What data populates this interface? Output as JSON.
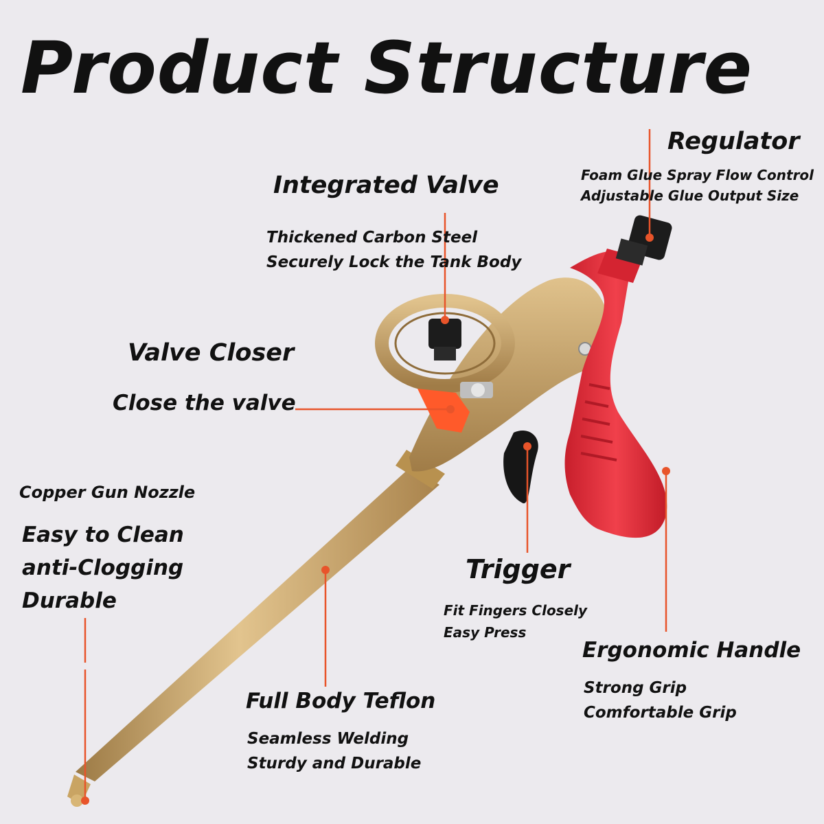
{
  "title": "Product Structure",
  "colors": {
    "background": "#eceaee",
    "text": "#111111",
    "callout": "#e8542a",
    "gold": "#c8a46a",
    "red": "#e4303c",
    "black": "#1c1c1c"
  },
  "callouts": {
    "regulator": {
      "heading": "Regulator",
      "lines": [
        "Foam Glue Spray Flow Control",
        "Adjustable Glue Output Size"
      ]
    },
    "integrated_valve": {
      "heading": "Integrated Valve",
      "lines": [
        "Thickened Carbon Steel",
        "Securely Lock the Tank Body"
      ]
    },
    "valve_closer": {
      "heading": "Valve Closer",
      "lines": [
        "Close the valve"
      ]
    },
    "copper_nozzle": {
      "heading": "Copper Gun Nozzle",
      "lines": [
        "Easy to Clean",
        "anti-Clogging",
        "Durable"
      ]
    },
    "trigger": {
      "heading": "Trigger",
      "lines": [
        "Fit Fingers Closely",
        "Easy Press"
      ]
    },
    "ergonomic_handle": {
      "heading": "Ergonomic Handle",
      "lines": [
        "Strong Grip",
        "Comfortable Grip"
      ]
    },
    "full_body_teflon": {
      "heading": "Full Body Teflon",
      "lines": [
        "Seamless Welding",
        "Sturdy and Durable"
      ]
    }
  }
}
